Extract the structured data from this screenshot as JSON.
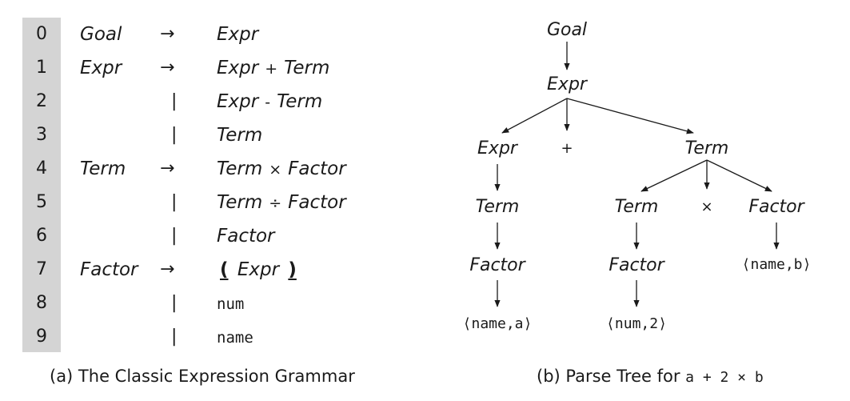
{
  "grammar": {
    "rows": [
      {
        "num": "0",
        "lhs": "Goal",
        "sep": "→",
        "rhs": [
          {
            "t": "Expr",
            "k": "nt"
          }
        ]
      },
      {
        "num": "1",
        "lhs": "Expr",
        "sep": "→",
        "rhs": [
          {
            "t": "Expr",
            "k": "nt"
          },
          {
            "t": "+",
            "k": "op"
          },
          {
            "t": "Term",
            "k": "nt"
          }
        ]
      },
      {
        "num": "2",
        "lhs": "",
        "sep": "|",
        "rhs": [
          {
            "t": "Expr",
            "k": "nt"
          },
          {
            "t": "-",
            "k": "op"
          },
          {
            "t": "Term",
            "k": "nt"
          }
        ]
      },
      {
        "num": "3",
        "lhs": "",
        "sep": "|",
        "rhs": [
          {
            "t": "Term",
            "k": "nt"
          }
        ]
      },
      {
        "num": "4",
        "lhs": "Term",
        "sep": "→",
        "rhs": [
          {
            "t": "Term",
            "k": "nt"
          },
          {
            "t": "×",
            "k": "op"
          },
          {
            "t": "Factor",
            "k": "nt"
          }
        ]
      },
      {
        "num": "5",
        "lhs": "",
        "sep": "|",
        "rhs": [
          {
            "t": "Term",
            "k": "nt"
          },
          {
            "t": "÷",
            "k": "op"
          },
          {
            "t": "Factor",
            "k": "nt"
          }
        ]
      },
      {
        "num": "6",
        "lhs": "",
        "sep": "|",
        "rhs": [
          {
            "t": "Factor",
            "k": "nt"
          }
        ]
      },
      {
        "num": "7",
        "lhs": "Factor",
        "sep": "→",
        "rhs": [
          {
            "t": "(",
            "k": "paren"
          },
          {
            "t": "Expr",
            "k": "nt"
          },
          {
            "t": ")",
            "k": "paren"
          }
        ]
      },
      {
        "num": "8",
        "lhs": "",
        "sep": "|",
        "rhs": [
          {
            "t": "num",
            "k": "tt"
          }
        ]
      },
      {
        "num": "9",
        "lhs": "",
        "sep": "|",
        "rhs": [
          {
            "t": "name",
            "k": "tt"
          }
        ]
      }
    ]
  },
  "captions": {
    "a": "(a) The Classic Expression Grammar",
    "b_prefix": "(b) Parse Tree for ",
    "b_expr": "a + 2 × b"
  },
  "tree": {
    "nodes": {
      "goal": "Goal",
      "expr_root": "Expr",
      "expr_left": "Expr",
      "plus": "+",
      "term_right": "Term",
      "term_left": "Term",
      "term_mid": "Term",
      "times": "×",
      "factor_b_parent": "Factor",
      "factor_left": "Factor",
      "factor_mid": "Factor",
      "leaf_b": "⟨name,b⟩",
      "leaf_a": "⟨name,a⟩",
      "leaf_2": "⟨num,2⟩"
    }
  }
}
